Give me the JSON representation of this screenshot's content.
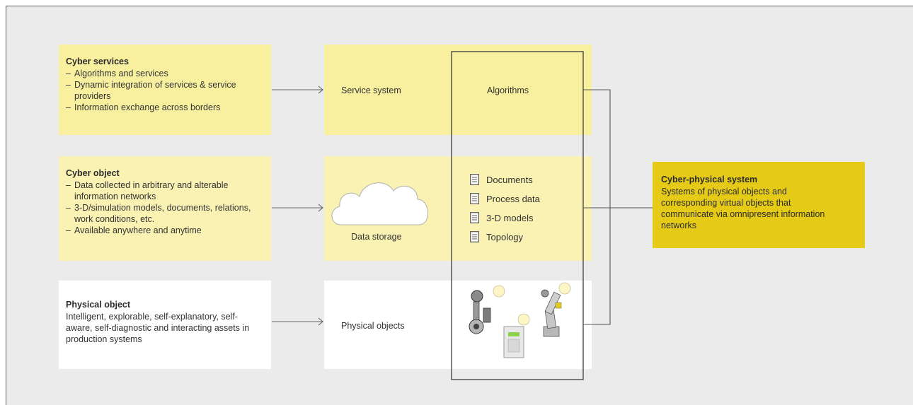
{
  "left": {
    "cyber_services": {
      "title": "Cyber services",
      "items": [
        "Algorithms and services",
        "Dynamic integration of services & service providers",
        "Information exchange across borders"
      ]
    },
    "cyber_object": {
      "title": "Cyber object",
      "items": [
        "Data collected in arbitrary and alterable information networks",
        "3-D/simulation models, documents, relations, work conditions, etc.",
        "Available anywhere and anytime"
      ]
    },
    "physical_object": {
      "title": "Physical object",
      "text": "Intelligent, explorable, self-explanatory, self-aware, self-diagnostic and interacting assets in production systems"
    }
  },
  "middle": {
    "service_system": "Service system",
    "data_storage": "Data storage",
    "physical_objects": "Physical objects"
  },
  "inner": {
    "algorithms": "Algorithms",
    "documents": [
      "Documents",
      "Process data",
      "3-D models",
      "Topology"
    ]
  },
  "cps": {
    "title": "Cyber-physical system",
    "text": "Systems of physical objects and corresponding virtual objects that communicate via omnipresent information networks"
  },
  "colors": {
    "band_light_yellow": "#f8ef9f",
    "accent_yellow": "#e5cb17",
    "background": "#ebebeb"
  }
}
